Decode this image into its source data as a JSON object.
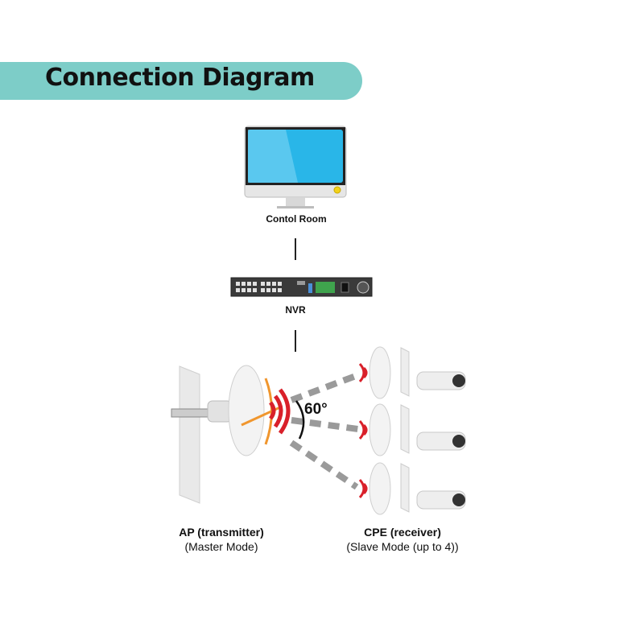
{
  "header": {
    "title": "Connection Diagram",
    "banner_color": "#7dcdc8"
  },
  "nodes": {
    "control_room": {
      "label": "Contol Room",
      "icon": "monitor-icon"
    },
    "nvr": {
      "label": "NVR",
      "icon": "nvr-recorder-icon"
    },
    "ap": {
      "title": "AP (transmitter)",
      "subtitle": "(Master Mode)",
      "icon": "wireless-bridge-icon"
    },
    "cpe": {
      "title": "CPE (receiver)",
      "subtitle": "(Slave Mode (up to 4))",
      "icon": "wireless-bridge-icon",
      "count_shown": 3,
      "camera_icon": "bullet-camera-icon"
    }
  },
  "beam": {
    "angle_label": "60°",
    "signal_color": "#d9202a",
    "arrow_color": "#f0962e",
    "beam_color": "#9a9a9a"
  }
}
